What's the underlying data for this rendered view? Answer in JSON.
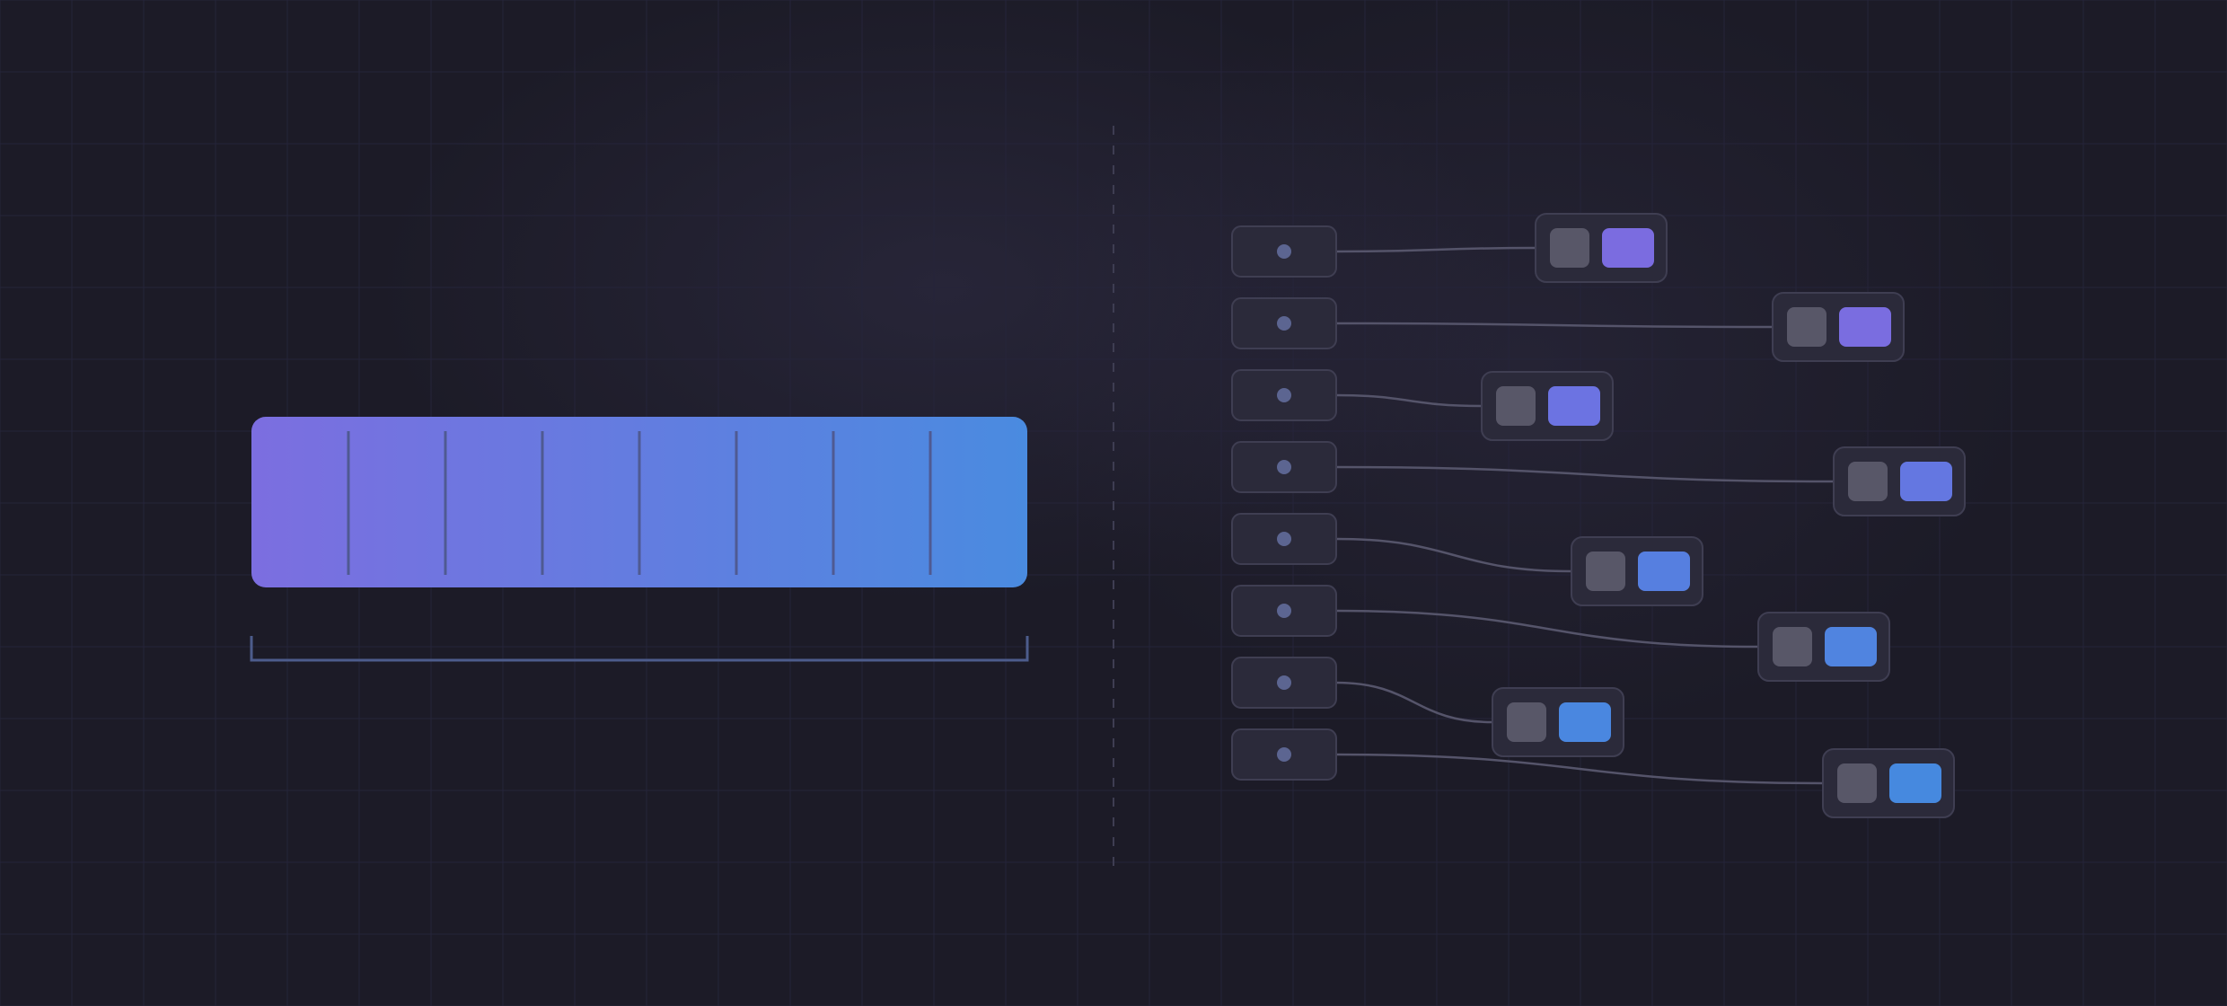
{
  "colors": {
    "background": "#1c1b27",
    "grid_line": "#25243a",
    "divider": "#3e3d52",
    "node_fill": "#2b2a3a",
    "node_stroke": "#3f3e52",
    "node_dot": "#5c6591",
    "connector": "#55546a",
    "bracket": "#4d5c8c",
    "tick": "#4f5a92",
    "cell_gray": "#585768",
    "bar_gradient_start": "#7c6ee0",
    "bar_gradient_end": "#4a8be0"
  },
  "bar": {
    "segments": 8
  },
  "pairs": [
    {
      "id": 1,
      "target_color": "#7b6ce0"
    },
    {
      "id": 2,
      "target_color": "#7a6de0"
    },
    {
      "id": 3,
      "target_color": "#6c73e2"
    },
    {
      "id": 4,
      "target_color": "#6477e1"
    },
    {
      "id": 5,
      "target_color": "#567fe0"
    },
    {
      "id": 6,
      "target_color": "#5084e0"
    },
    {
      "id": 7,
      "target_color": "#4a87e0"
    },
    {
      "id": 8,
      "target_color": "#4689df"
    }
  ]
}
